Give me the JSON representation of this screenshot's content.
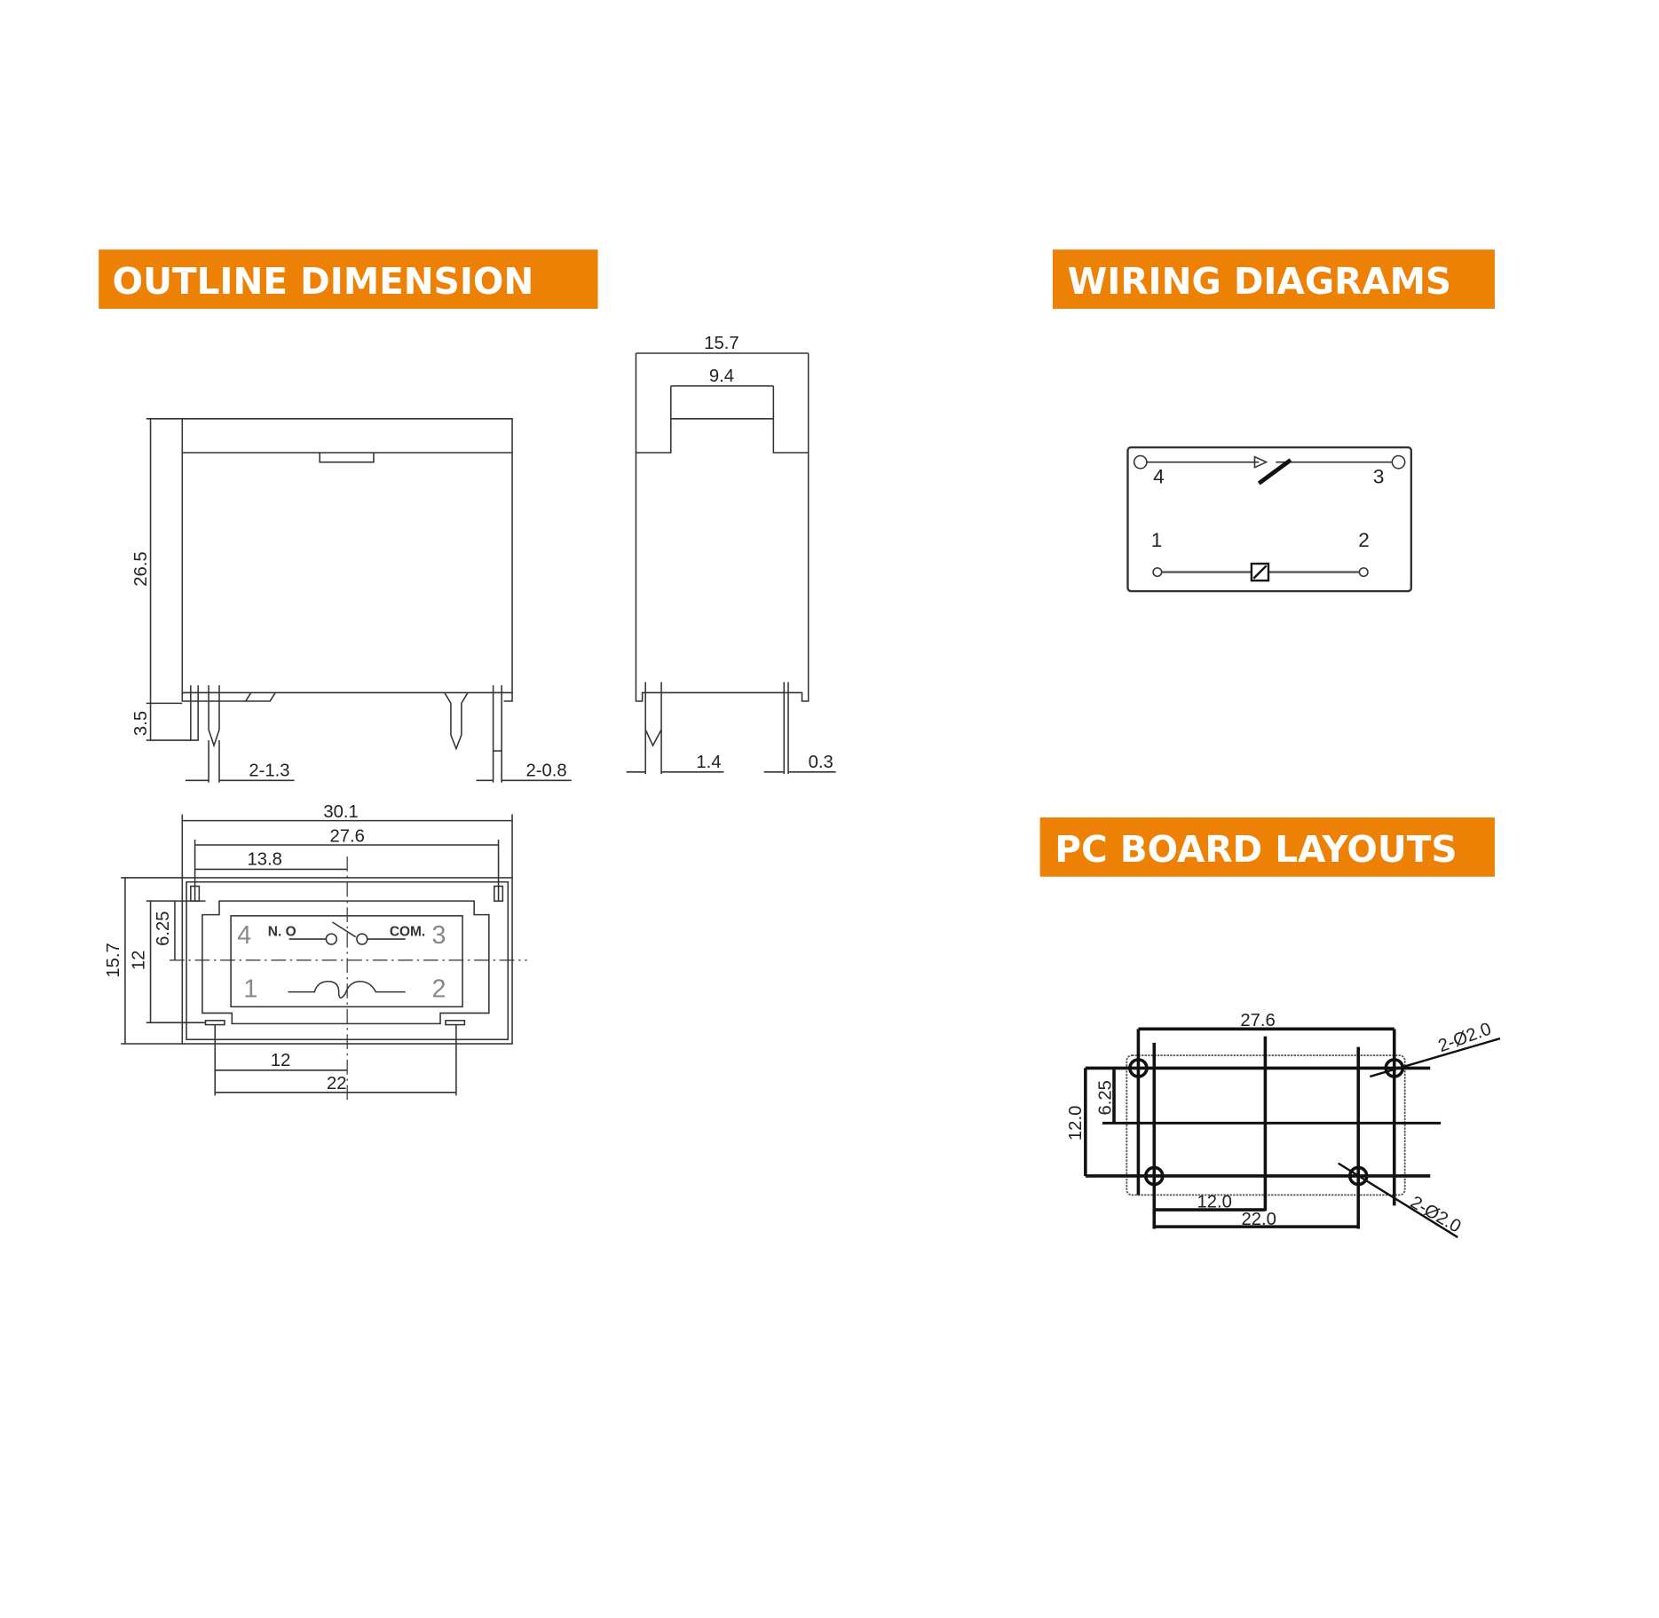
{
  "banners": {
    "outline": "OUTLINE  DIMENSION",
    "wiring": "WIRING  DIAGRAMS",
    "pcb": "PC BOARD  LAYOUTS"
  },
  "colors": {
    "banner": "#ED8106",
    "line": "#333333"
  },
  "front_view": {
    "height": "26.5",
    "pin_length": "3.5",
    "pin_width_a": "2-1.3",
    "pin_width_b": "2-0.8"
  },
  "side_view": {
    "width": "15.7",
    "top_width": "9.4",
    "pin_a": "1.4",
    "pin_b": "0.3"
  },
  "bottom_view": {
    "overall": "30.1",
    "pin_span": "27.6",
    "half": "13.8",
    "coil_span_a": "12",
    "coil_span_b": "22",
    "depth": "15.7",
    "pin_row": "12",
    "offset": "6.25",
    "pin4": "4",
    "no": "N. O",
    "com": "COM.",
    "pin3": "3",
    "pin1": "1",
    "pin2": "2"
  },
  "wiring": {
    "pin4": "4",
    "pin3": "3",
    "pin1": "1",
    "pin2": "2"
  },
  "pcb": {
    "span": "27.6",
    "row": "12.0",
    "offset": "6.25",
    "a": "12.0",
    "b": "22.0",
    "hole_top": "2-Ø2.0",
    "hole_bottom": "2-Ø2.0"
  }
}
